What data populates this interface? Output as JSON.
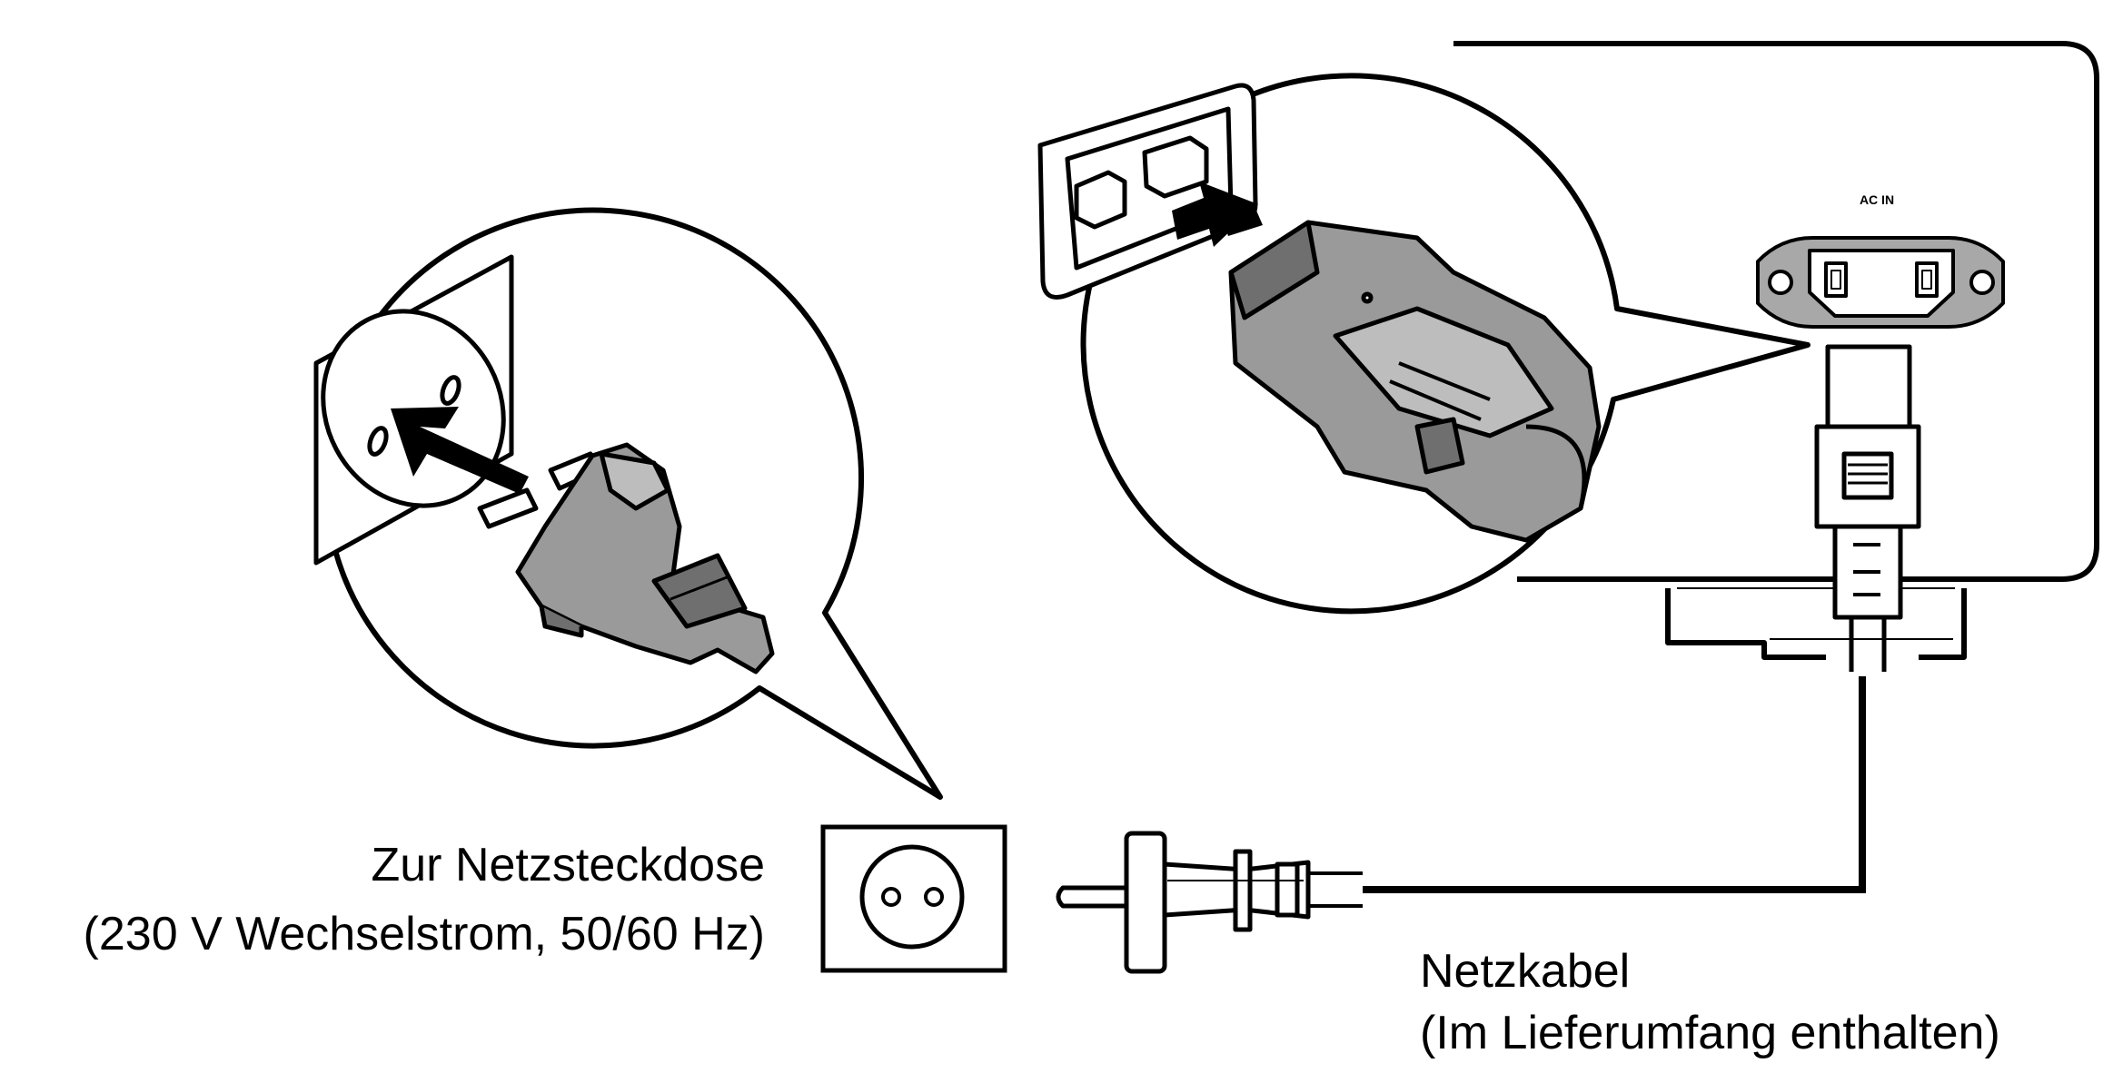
{
  "labels": {
    "outlet_line1": "Zur Netzsteckdose",
    "outlet_line2": "(230 V Wechselstrom, 50/60 Hz)",
    "cable_line1": "Netzkabel",
    "cable_line2": "(Im Lieferumfang enthalten)",
    "ac_in": "AC IN"
  },
  "colors": {
    "line": "#000000",
    "plug_fill": "#9a9a9a",
    "plug_dark": "#6f6f6f",
    "plug_light": "#bdbdbd",
    "background": "#ffffff"
  },
  "icons": [
    "wall-socket-icon",
    "schuko-plug-icon",
    "iec-connector-icon",
    "ac-inlet-icon",
    "insert-arrow-icon"
  ]
}
